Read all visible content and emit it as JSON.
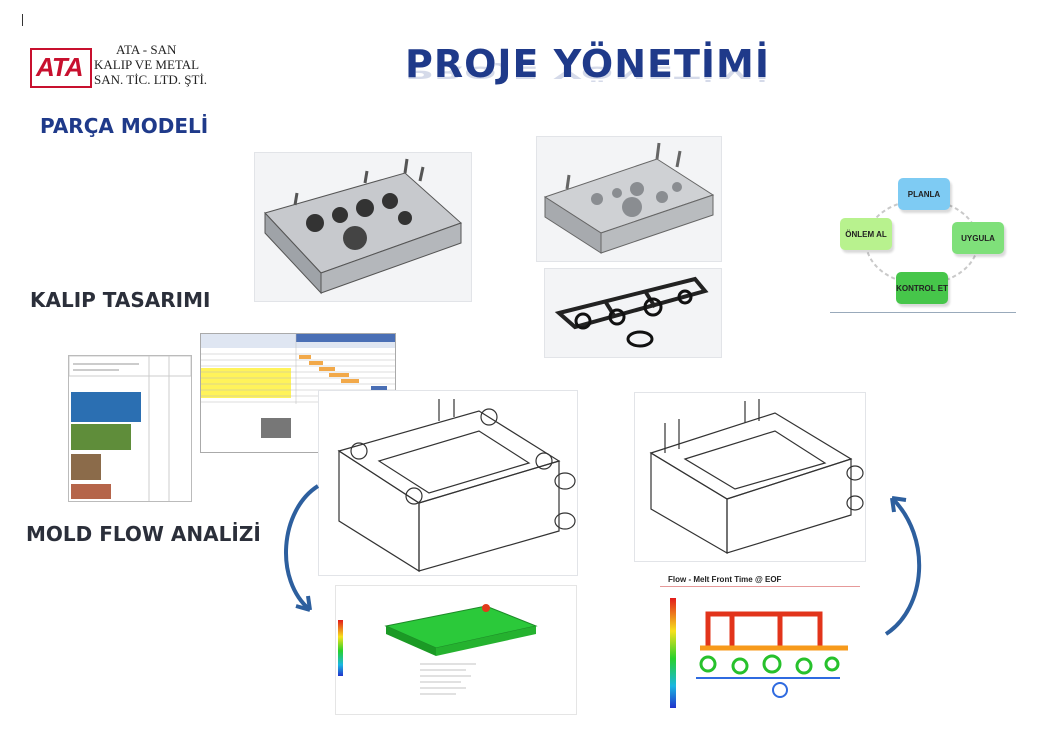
{
  "company": {
    "logo_mark": "ATA",
    "line1": "ATA - SAN",
    "line2": "KALIP VE METAL",
    "line3": "SAN. TİC. LTD. ŞTİ."
  },
  "title": "PROJE YÖNETİMİ",
  "sections": {
    "part_model": "PARÇA  MODELİ",
    "mold_design": "KALIP TASARIMI",
    "flow_analysis": "MOLD FLOW ANALİZİ"
  },
  "pdca": {
    "plan": "PLANLA",
    "do": "UYGULA",
    "check": "KONTROL ET",
    "act": "ÖNLEM AL"
  },
  "flow_chart": {
    "title": "Flow  - Melt Front Time @ EOF"
  },
  "colors": {
    "title_blue": "#1f3a8a",
    "logo_red": "#c8102e",
    "arrow_blue": "#2d5f9e"
  }
}
